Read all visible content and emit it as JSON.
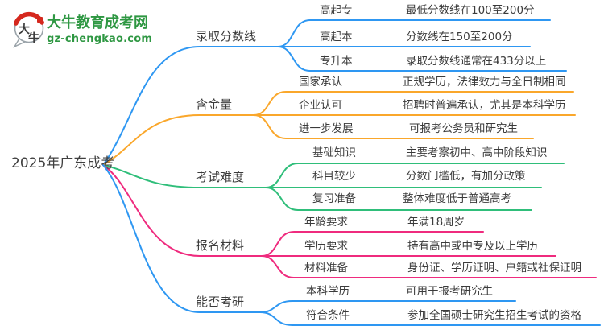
{
  "logo": {
    "brand": "大牛教育成考网",
    "site": "gz-chengkao.com",
    "seal_char1": "大",
    "seal_char2": "牛",
    "brand_color": "#2e9742",
    "seal_red": "#d5281e"
  },
  "colors": {
    "blue": "#2e97f2",
    "orange": "#faa72b",
    "green": "#2fbe7a",
    "pink": "#ef2b7e",
    "text": "#3b3b3b"
  },
  "mindmap": {
    "root": "2025年广东成考",
    "branches": [
      {
        "label": "录取分数线",
        "color": "#2e97f2",
        "children": [
          {
            "label": "高起专",
            "detail": "最低分数线在100至200分"
          },
          {
            "label": "高起本",
            "detail": "分数线在150至200分"
          },
          {
            "label": "专升本",
            "detail": "录取分数线通常在433分以上"
          }
        ]
      },
      {
        "label": "含金量",
        "color": "#faa72b",
        "children": [
          {
            "label": "国家承认",
            "detail": "正规学历，法律效力与全日制相同"
          },
          {
            "label": "企业认可",
            "detail": "招聘时普遍承认，尤其是本科学历"
          },
          {
            "label": "进一步发展",
            "detail": "可报考公务员和研究生"
          }
        ]
      },
      {
        "label": "考试难度",
        "color": "#2fbe7a",
        "children": [
          {
            "label": "基础知识",
            "detail": "主要考察初中、高中阶段知识"
          },
          {
            "label": "科目较少",
            "detail": "分数门槛低，有加分政策"
          },
          {
            "label": "复习准备",
            "detail": "整体难度低于普通高考"
          }
        ]
      },
      {
        "label": "报名材料",
        "color": "#ef2b7e",
        "children": [
          {
            "label": "年龄要求",
            "detail": "年满18周岁"
          },
          {
            "label": "学历要求",
            "detail": "持有高中或中专及以上学历"
          },
          {
            "label": "材料准备",
            "detail": "身份证、学历证明、户籍或社保证明"
          }
        ]
      },
      {
        "label": "能否考研",
        "color": "#2e97f2",
        "children": [
          {
            "label": "本科学历",
            "detail": "可用于报考研究生"
          },
          {
            "label": "符合条件",
            "detail": "参加全国硕士研究生招生考试的资格"
          }
        ]
      }
    ]
  }
}
